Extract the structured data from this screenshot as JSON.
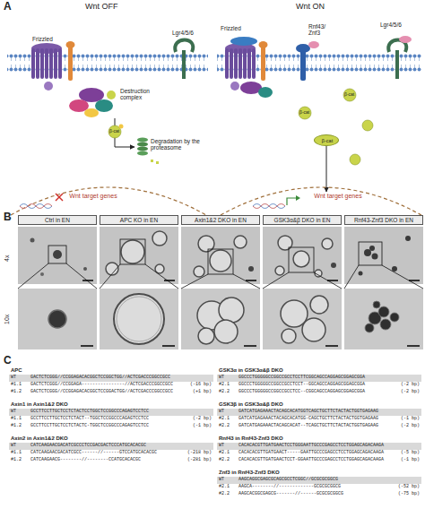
{
  "diagram": {
    "nodes": [
      {
        "text": [
          "Destruction complex"
        ]
      },
      {
        "text": [
          "Degradation by the proteasome"
        ]
      },
      {
        "text": [
          "Wnt target genes"
        ]
      },
      {
        "text": [
          "β-cat"
        ]
      },
      {
        "text": [
          "Wnt target genes"
        ]
      },
      {
        "text": [
          "Ctrl in EN"
        ]
      },
      {
        "text": [
          "APC KO in EN"
        ]
      },
      {
        "text": [
          "Axin1&2 DKO in EN"
        ]
      },
      {
        "text": [
          "GSK3α&β DKO in EN"
        ]
      },
      {
        "text": [
          "Rnf43-Znf3 DKO in EN"
        ]
      },
      {
        "text": [
          "WT",
          "GACTCTCGGG//CCGGAGACACGGCTCCGGCTGG//ACTCGACCCGGCCGCC"
        ]
      },
      {
        "text": [
          "WT",
          "GCCTTCCTTGCTCCTCTACTCCTGGCTCCGGCCCAGAGTCCTCC"
        ]
      },
      {
        "text": [
          "WT",
          "CATCAAGAACGACATCGCCCTCCGACGACTCCCATGCACACGC"
        ]
      },
      {
        "text": [
          "WT",
          "GGCCCTGGGGGCCGGCCGCCTCCTTCGGCAGCCAGGAGCGGAGCGGA"
        ]
      },
      {
        "text": [
          "WT",
          "GATCATGAGAAACTACAGCACATGGTCAGCTGCTTCTACTACTGGTGAGAAG"
        ]
      },
      {
        "text": [
          "WT",
          "CACACACGTTGATGAACTCCTGGGAATTGCCCGAGCCTCCTGGAGCAGACAAGA"
        ]
      },
      {
        "text": [
          "WT",
          "AAGCAGGCGAGCGCAGCGCCTCGGC//GCGCGCGGCG"
        ]
      }
    ],
    "edges": [
      {
        "from": 0,
        "to": 1,
        "arrow": "to"
      },
      {
        "from": 3,
        "to": 4,
        "arrow": "to"
      }
    ],
    "labels": [
      "A",
      "Wnt OFF",
      "Wnt ON",
      "Frizzled",
      "Lgr4/5/6",
      "β-cat",
      "Frizzled",
      "Rnf43/ Znf3",
      "Lgr4/5/6",
      "β-cat",
      "β-cat",
      "B",
      "4x",
      "10x",
      "C",
      "APC",
      "#1.1",
      "GACTCTCGGG//CCGGAGA----------------//ACTCGACCCGGCCGCC",
      "(-16 bp)",
      "#1.2",
      "GACTCTCGGG//CCGGAGACACGGCTCCGGACTGG//ACTCGACCCGGCCGCC",
      "(+1 bp)",
      "Axin1 in Axin1&2 DKO",
      "#1.1",
      "GCCTTCCTTGCTCCTCTACT--TGGCTCCGGCCCAGAGTCCTCC",
      "(-2 bp)",
      "#1.2",
      "GCCTTCCTTGCTCCTCTACTC-TGGCTCCGGCCCAGAGTCCTCC",
      "(-1 bp)",
      "Axin2 in Axin1&2 DKO",
      "#1.1",
      "CATCAAGAACGACATCGCC------//------GTCCATGCACACGC",
      "(-218 bp)",
      "#1.2",
      "CATCAAGAACG--------//--------CCATGCACACGC",
      "(-281 bp)",
      "GSK3α in GSK3α&β DKO",
      "#2.1",
      "GGCCCTGGGGGCCGGCCGCCTCCT--GGCAGCCAGGAGCGGAGCGGA",
      "(-2 bp)",
      "#2.2",
      "GGCCCTGGGGGCCGGCCGCCTCC--CGGCAGCCAGGAGCGGAGCGGA",
      "(-2 bp)",
      "GSK3β in GSK3α&β DKO",
      "#2.1",
      "GATCATGAGAAACTACAGCACATGG-CAGCTGCTTCTACTACTGGTGAGAAG",
      "(-1 bp)",
      "#2.2",
      "GATCATGAGAAACTACAGCACAT--TCAGCTGCTTCTACTACTGGTGAGAAG",
      "(-2 bp)",
      "Rnf43 in Rnf43-Znf3 DKO",
      "#2.1",
      "CACACACGTTGATGAACT-----GAATTGCCCGAGCCTCCTGGAGCAGACAAGA",
      "(-5 bp)",
      "#2.2",
      "CACACACGTTGATGAACTCCT-GGAATTGCCCGAGCCTCCTGGAGCAGACAAGA",
      "(-1 bp)",
      "Znf3 in Rnf43-Znf3 DKO",
      "#2.1",
      "AAGCA--------//-------------GCGCGCGGCG",
      "(-52 bp)",
      "#2.2",
      "AAGCACGGCGAGCG-------//------GCGCGCGGCG",
      "(-75 bp)"
    ]
  }
}
